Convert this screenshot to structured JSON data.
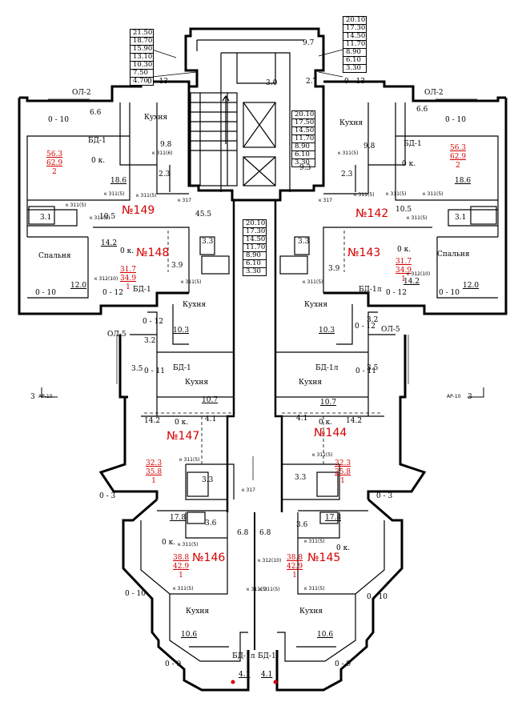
{
  "level_tables": {
    "top_left": [
      "21.50",
      "18.70",
      "15.90",
      "13.10",
      "10.30",
      "7.50",
      "4.70"
    ],
    "top_right": [
      "20.10",
      "17.30",
      "14.50",
      "11.70",
      "8.90",
      "6.10",
      "3.30"
    ],
    "core": [
      "20.10",
      "17.50",
      "14.50",
      "11.70",
      "8.90",
      "6.10",
      "3.30"
    ],
    "center": [
      "20.10",
      "17.30",
      "14.50",
      "11.70",
      "8.90",
      "6.10",
      "3.30"
    ]
  },
  "apartments": {
    "a149": {
      "number": "№149",
      "area_living": "56.3",
      "area_total": "62.9",
      "rooms": "2"
    },
    "a142": {
      "number": "№142",
      "area_living": "56.3",
      "area_total": "62.9",
      "rooms": "2"
    },
    "a148": {
      "number": "№148",
      "area_living": "31.7",
      "area_total": "34.9",
      "rooms": "1"
    },
    "a143": {
      "number": "№143",
      "area_living": "31.7",
      "area_total": "34.9",
      "rooms": "1"
    },
    "a147": {
      "number": "№147",
      "area_living": "32.3",
      "area_total": "35.8",
      "rooms": "1"
    },
    "a144": {
      "number": "№144",
      "area_living": "32.3",
      "area_total": "35.8",
      "rooms": "1"
    },
    "a146": {
      "number": "№146",
      "area_living": "38.8",
      "area_total": "42.9",
      "rooms": "1"
    },
    "a145": {
      "number": "№145",
      "area_living": "38.8",
      "area_total": "42.9",
      "rooms": "1"
    }
  },
  "rooms": {
    "kitchen": "Кухня",
    "bedroom": "Спальня",
    "window_zero": "0 к."
  },
  "labels": {
    "ol2": "ОЛ-2",
    "ol5": "ОЛ-5",
    "o13": "0 - 13",
    "o10": "0 - 10",
    "o12": "0 - 12",
    "o11": "0 - 11",
    "o3": "0 - 3",
    "o9": "0 - 9",
    "bd1": "БД-1",
    "bd1l": "БД-1л",
    "section_mark": "3",
    "section_ref": "АР-10",
    "v97": "9.7",
    "v30": "3.0",
    "v27": "2.7",
    "v93": "9.3",
    "v455": "45.5",
    "v66": "6.6",
    "v98": "9.8",
    "v186": "18.6",
    "v23": "2.3",
    "v31": "3.1",
    "v105": "10.5",
    "v142": "14.2",
    "v33": "3.3",
    "v39": "3.9",
    "v120": "12.0",
    "v103": "10.3",
    "v32": "3.2",
    "v35": "3.5",
    "v107": "10.7",
    "v41": "4.1",
    "v178": "17.8",
    "v36": "3.6",
    "v68": "6.8",
    "v106": "10.6",
    "k3115": "к 311(5)",
    "k31110": "к 312(10)",
    "k317": "к 317",
    "k3116": "к 311(6)"
  }
}
